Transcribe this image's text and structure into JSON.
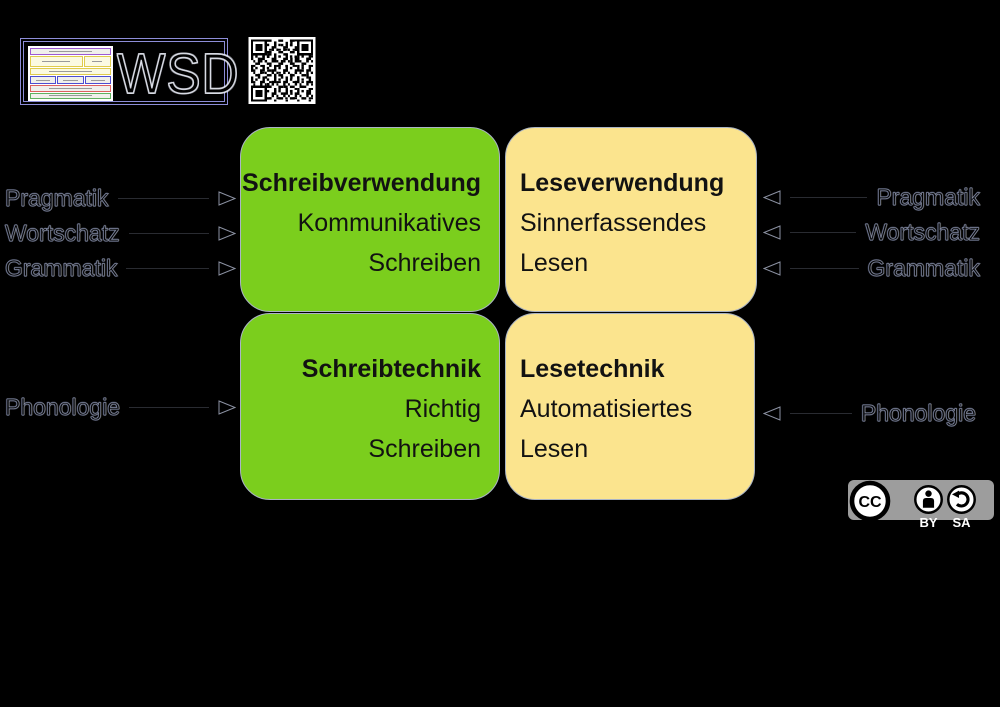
{
  "logo": {
    "text": "WSD"
  },
  "quadrants": [
    {
      "title": "Schreibverwendung",
      "line1": "Kommunikatives",
      "line2": "Schreiben"
    },
    {
      "title": "Leseverwendung",
      "line1": "Sinnerfassendes",
      "line2": "Lesen"
    },
    {
      "title": "Schreibtechnik",
      "line1": "Richtig",
      "line2": "Schreiben"
    },
    {
      "title": "Lesetechnik",
      "line1": "Automatisiertes",
      "line2": "Lesen"
    }
  ],
  "left_labels": [
    "Pragmatik",
    "Wortschatz",
    "Grammatik",
    "Phonologie"
  ],
  "right_labels": [
    "Pragmatik",
    "Wortschatz",
    "Grammatik",
    "Phonologie"
  ],
  "license": {
    "cc": "CC",
    "by": "BY",
    "sa": "SA"
  },
  "icons": {
    "qr": "qr-code",
    "left_arrows": "arrow-right-icon",
    "right_arrows": "arrow-left-icon",
    "cc": "cc-logo-icon",
    "by": "cc-by-person-icon",
    "sa": "cc-sa-arrow-icon"
  },
  "colors": {
    "background": "#000000",
    "green_box": "#7bce1d",
    "yellow_box": "#fbe48e",
    "box_border": "#aab4c4",
    "badge_gray": "#9d9d9d",
    "logo_border": "#8d8dd8"
  }
}
